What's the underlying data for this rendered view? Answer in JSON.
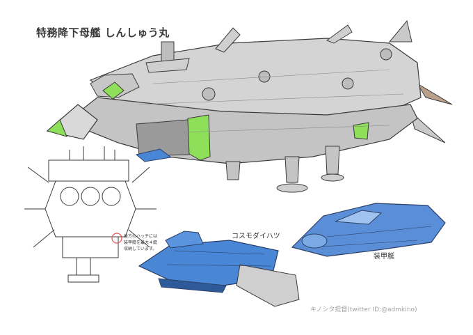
{
  "title": "特務降下母艦 しんしゅう丸",
  "labels": {
    "cosmo": "コスモダイハツ",
    "armored_boat": "装甲艇"
  },
  "note_lines": [
    "後方のハッチには",
    "装甲艇を最大４艇",
    "収納しています。"
  ],
  "credit": "キノシタ提督(twitter ID:@admkino)",
  "colors": {
    "hull_gray": "#cfcfcf",
    "accent_green": "#8ee05a",
    "boat_blue": "#4a86d6",
    "line": "#3a3a3a"
  }
}
